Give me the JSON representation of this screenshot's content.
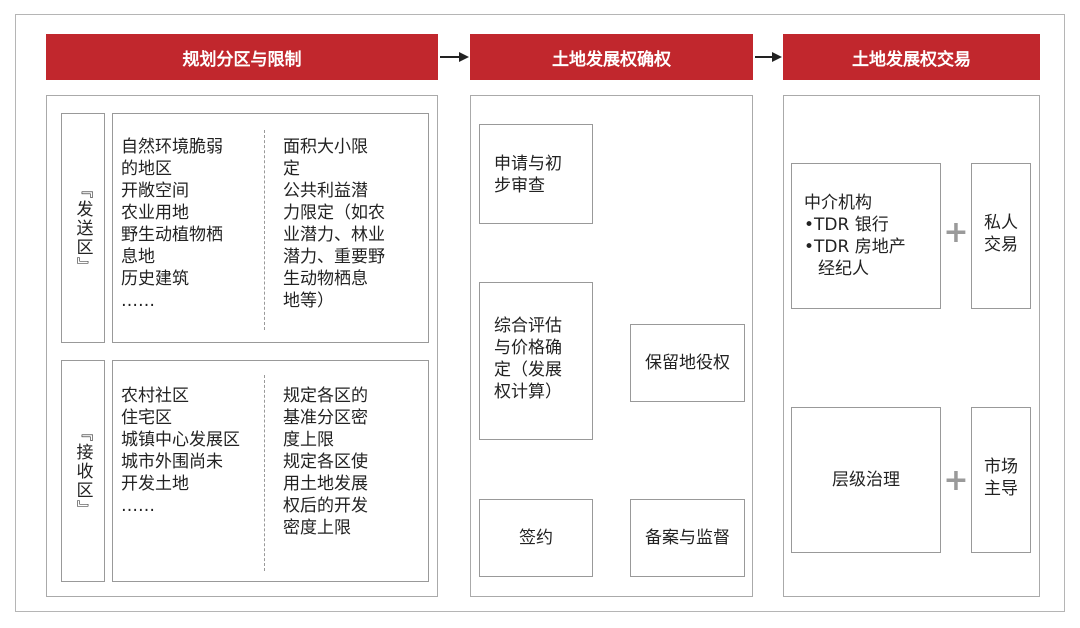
{
  "headers": {
    "zoning": "规划分区与限制",
    "rights_confirmation": "土地发展权确权",
    "rights_trading": "土地发展权交易"
  },
  "sending_zone": {
    "label": "『发送区』",
    "col1": [
      "自然环境脆弱",
      "的地区",
      "开敞空间",
      "农业用地",
      "野生动植物栖",
      "息地",
      "历史建筑",
      "……"
    ],
    "col2": [
      "面积大小限",
      "定",
      "公共利益潜",
      "力限定（如农",
      "业潜力、林业",
      "潜力、重要野",
      "生动物栖息",
      "地等）"
    ]
  },
  "receiving_zone": {
    "label": "『接收区』",
    "col1": [
      "农村社区",
      "住宅区",
      "城镇中心发展区",
      "城市外围尚未",
      "开发土地",
      "……"
    ],
    "col2": [
      "规定各区的",
      "基准分区密",
      "度上限",
      "规定各区使",
      "用土地发展",
      "权后的开发",
      "密度上限"
    ]
  },
  "process": {
    "apply": [
      "申请与初",
      "步审查"
    ],
    "evaluate": [
      "综合评估",
      "与价格确",
      "定（发展",
      "权计算）"
    ],
    "sign": "签约",
    "filing": "备案与监督",
    "easement": "保留地役权"
  },
  "trading": {
    "intermediary": [
      "中介机构",
      "•TDR 银行",
      "•TDR 房地产",
      "经纪人"
    ],
    "private": [
      "私人",
      "交易"
    ],
    "governance": "层级治理",
    "market": [
      "市场",
      "主导"
    ],
    "plus_symbol": "+"
  },
  "colors": {
    "header_red": "#c1272d",
    "arrow": "#222222",
    "plus_gray": "#9a9a9a"
  }
}
